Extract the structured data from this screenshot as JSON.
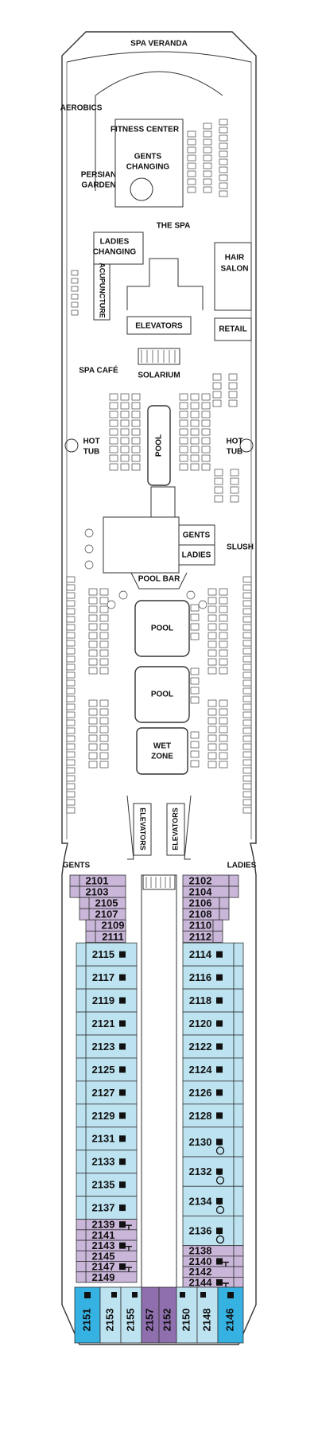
{
  "colors": {
    "outline": "#333333",
    "purple": "#C9B6D9",
    "purple_dark": "#8F6FAE",
    "blue": "#BDE3F1",
    "blue_bright": "#35B1E2",
    "white": "#FFFFFF"
  },
  "icons": {
    "accessible": "wheelchair-icon",
    "connecting": "connecting-door-icon",
    "sofa": "sofa-bed-icon"
  },
  "areas": {
    "spa_veranda": "SPA VERANDA",
    "aerobics": "AEROBICS",
    "fitness_center": "FITNESS CENTER",
    "gents_changing_1": "GENTS",
    "gents_changing_2": "CHANGING",
    "persian_garden_1": "PERSIAN",
    "persian_garden_2": "GARDEN",
    "the_spa": "THE SPA",
    "ladies_changing_1": "LADIES",
    "ladies_changing_2": "CHANGING",
    "hair_salon_1": "HAIR",
    "hair_salon_2": "SALON",
    "acupuncture": "ACUPUNCTURE",
    "elevators_fwd": "ELEVATORS",
    "retail": "RETAIL",
    "solarium": "SOLARIUM",
    "spa_cafe": "SPA CAFÉ",
    "hot_tub_1": "HOT",
    "hot_tub_2": "TUB",
    "pool_solarium": "POOL",
    "gents": "GENTS",
    "ladies": "LADIES",
    "slush": "SLUSH",
    "pool_bar": "POOL BAR",
    "pool_1": "POOL",
    "pool_2": "POOL",
    "wet_zone_1": "WET",
    "wet_zone_2": "ZONE",
    "elevators_aft_1": "ELEVATORS",
    "elevators_aft_2": "ELEVATORS",
    "gents_aft": "GENTS",
    "ladies_aft": "LADIES"
  },
  "cabins_left": [
    {
      "num": "2101",
      "color": "purple"
    },
    {
      "num": "2103",
      "color": "purple"
    },
    {
      "num": "2105",
      "color": "purple"
    },
    {
      "num": "2107",
      "color": "purple"
    },
    {
      "num": "2109",
      "color": "purple"
    },
    {
      "num": "2111",
      "color": "purple"
    },
    {
      "num": "2115",
      "color": "blue",
      "sofa": true
    },
    {
      "num": "2117",
      "color": "blue",
      "sofa": true
    },
    {
      "num": "2119",
      "color": "blue",
      "sofa": true
    },
    {
      "num": "2121",
      "color": "blue",
      "sofa": true
    },
    {
      "num": "2123",
      "color": "blue",
      "sofa": true
    },
    {
      "num": "2125",
      "color": "blue",
      "sofa": true
    },
    {
      "num": "2127",
      "color": "blue",
      "sofa": true
    },
    {
      "num": "2129",
      "color": "blue",
      "sofa": true
    },
    {
      "num": "2131",
      "color": "blue",
      "sofa": true
    },
    {
      "num": "2133",
      "color": "blue",
      "sofa": true
    },
    {
      "num": "2135",
      "color": "blue",
      "sofa": true
    },
    {
      "num": "2137",
      "color": "blue",
      "sofa": true
    },
    {
      "num": "2139",
      "color": "purple",
      "sofa": true,
      "connect": true
    },
    {
      "num": "2141",
      "color": "purple"
    },
    {
      "num": "2143",
      "color": "purple",
      "sofa": true,
      "connect": true
    },
    {
      "num": "2145",
      "color": "purple"
    },
    {
      "num": "2147",
      "color": "purple",
      "sofa": true,
      "connect": true
    },
    {
      "num": "2149",
      "color": "purple"
    }
  ],
  "cabins_right": [
    {
      "num": "2102",
      "color": "purple"
    },
    {
      "num": "2104",
      "color": "purple"
    },
    {
      "num": "2106",
      "color": "purple"
    },
    {
      "num": "2108",
      "color": "purple"
    },
    {
      "num": "2110",
      "color": "purple"
    },
    {
      "num": "2112",
      "color": "purple"
    },
    {
      "num": "2114",
      "color": "blue",
      "sofa": true
    },
    {
      "num": "2116",
      "color": "blue",
      "sofa": true
    },
    {
      "num": "2118",
      "color": "blue",
      "sofa": true
    },
    {
      "num": "2120",
      "color": "blue",
      "sofa": true
    },
    {
      "num": "2122",
      "color": "blue",
      "sofa": true
    },
    {
      "num": "2124",
      "color": "blue",
      "sofa": true
    },
    {
      "num": "2126",
      "color": "blue",
      "sofa": true
    },
    {
      "num": "2128",
      "color": "blue",
      "sofa": true
    },
    {
      "num": "2130",
      "color": "blue",
      "sofa": true,
      "accessible": true
    },
    {
      "num": "2132",
      "color": "blue",
      "sofa": true,
      "accessible": true
    },
    {
      "num": "2134",
      "color": "blue",
      "sofa": true,
      "accessible": true
    },
    {
      "num": "2136",
      "color": "blue",
      "sofa": true,
      "accessible": true
    },
    {
      "num": "2138",
      "color": "purple"
    },
    {
      "num": "2140",
      "color": "purple",
      "sofa": true,
      "connect": true
    },
    {
      "num": "2142",
      "color": "purple"
    },
    {
      "num": "2144",
      "color": "purple",
      "sofa": true,
      "connect": true
    }
  ],
  "cabins_aft": [
    {
      "num": "2151",
      "color": "blue_bright",
      "sofa": true
    },
    {
      "num": "2153",
      "color": "blue"
    },
    {
      "num": "2155",
      "color": "blue"
    },
    {
      "num": "2157",
      "color": "purple_dark"
    },
    {
      "num": "2152",
      "color": "purple_dark"
    },
    {
      "num": "2150",
      "color": "blue"
    },
    {
      "num": "2148",
      "color": "blue"
    },
    {
      "num": "2146",
      "color": "blue_bright",
      "sofa": true
    }
  ]
}
